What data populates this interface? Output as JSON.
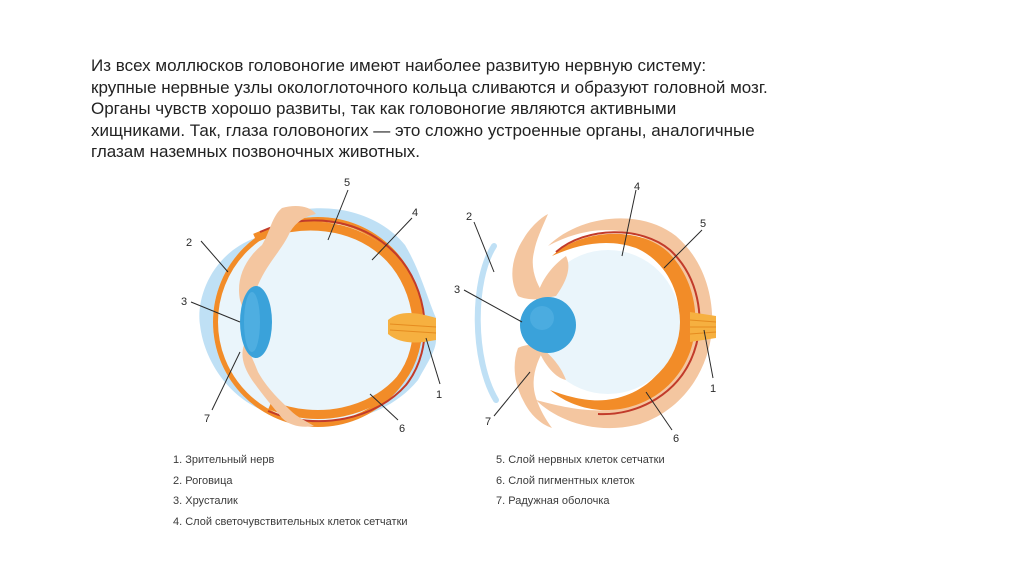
{
  "paragraph": {
    "lines": [
      "Из всех моллюсков головоногие имеют наиболее развитую нервную систему:",
      "крупные нервные узлы окологлоточного кольца сливаются и образуют головной мозг.",
      "Органы чувств хорошо развиты, так как головоногие являются активными",
      "хищниками. Так, глаза головоногих — это сложно устроенные органы, аналогичные",
      "глазам наземных позвоночных животных."
    ]
  },
  "diagram": {
    "left_eye_labels": [
      "1",
      "2",
      "3",
      "4",
      "5",
      "6",
      "7"
    ],
    "right_eye_labels": [
      "1",
      "2",
      "3",
      "4",
      "5",
      "6",
      "7"
    ],
    "legend_left": [
      "1. Зрительный нерв",
      "2. Роговица",
      "3. Хрусталик",
      "4. Слой светочувствительных клеток сетчатки"
    ],
    "legend_right": [
      "5. Слой нервных клеток сетчатки",
      "6. Слой пигментных клеток",
      "7. Радужная оболочка"
    ]
  },
  "colors": {
    "cornea": "#bfe0f5",
    "vitreous": "#eaf5fb",
    "lens": "#3aa2da",
    "retina_orange": "#f28c28",
    "pigment_red": "#c23b2a",
    "iris": "#f4c6a0",
    "sclera": "#f4c6a0"
  }
}
